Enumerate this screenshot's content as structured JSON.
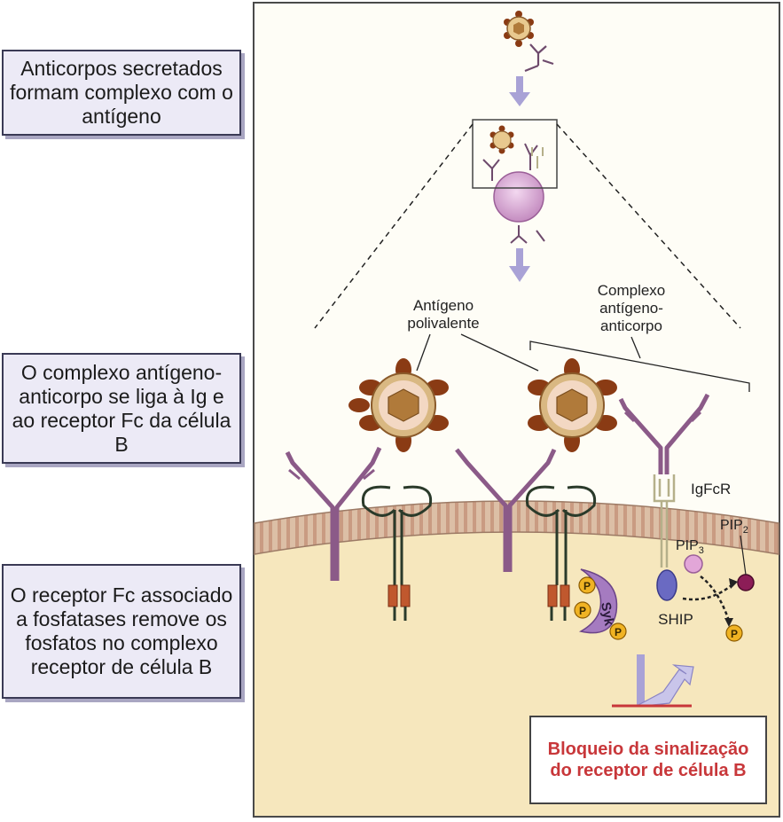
{
  "steps": [
    {
      "text": "Anticorpos secretados formam complexo com o antígeno"
    },
    {
      "text": "O complexo antígeno-anticorpo se liga à Ig e ao receptor Fc da célula B"
    },
    {
      "text": "O receptor Fc associado a fosfatases remove os fosfatos no complexo receptor de célula B"
    }
  ],
  "labels": {
    "antigen_line1": "Antígeno",
    "antigen_line2": "polivalente",
    "complex_line1": "Complexo",
    "complex_line2": "antígeno-",
    "complex_line3": "anticorpo",
    "igfcr": "IgFcR",
    "pip2_base": "PIP",
    "pip2_sub": "2",
    "pip3_base": "PIP",
    "pip3_sub": "3",
    "ship": "SHIP",
    "syk": "Syk",
    "phosphate": "P"
  },
  "result": {
    "text": "Bloqueio da sinalização do receptor de célula B"
  },
  "colors": {
    "box_fill": "#eceaf6",
    "membrane": "#d9b59a",
    "cytoplasm": "#f6e7bd",
    "antibody": "#8b5a88",
    "antigen_spikes": "#8a3b14",
    "antigen_core": "#b98b47",
    "arrow": "#a9a2d6",
    "result_text": "#c8373a",
    "phosphate": "#f0b323",
    "syk": "#a57bc0",
    "ship": "#6a6ac2",
    "pip3": "#e2a6d8",
    "pip2": "#8c1d57"
  }
}
